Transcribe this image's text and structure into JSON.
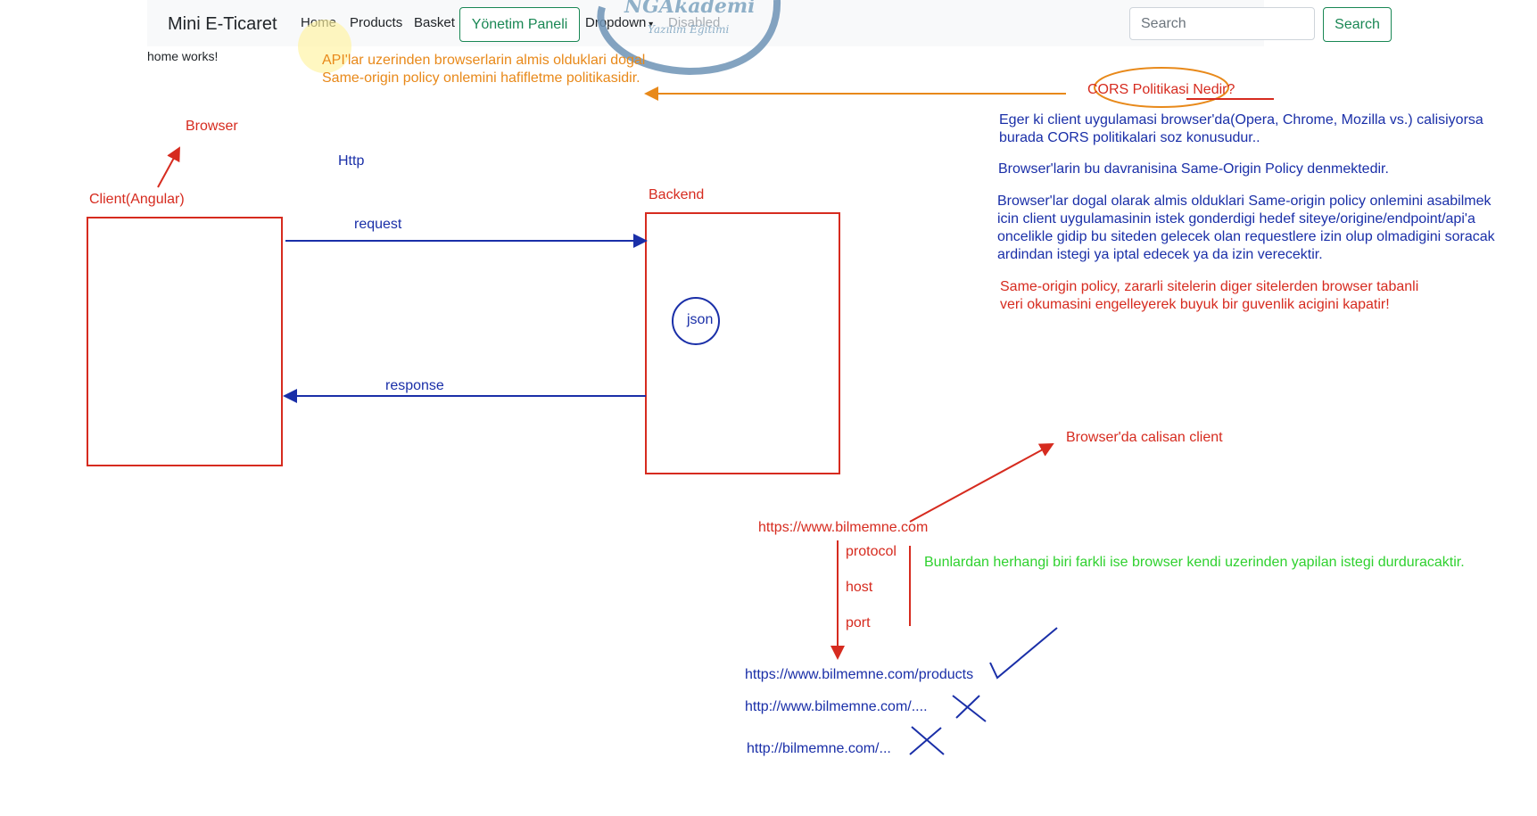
{
  "navbar": {
    "brand": "Mini E-Ticaret",
    "links": [
      "Home",
      "Products",
      "Basket"
    ],
    "admin_button": "Yönetim Paneli",
    "dropdown": "Dropdown",
    "disabled": "Disabled",
    "search_placeholder": "Search",
    "search_button": "Search"
  },
  "logo": {
    "title": "NGAkademi",
    "subtitle": "Yazılım Eğitimi"
  },
  "page": {
    "home_text": "home works!"
  },
  "annotations": {
    "orange_line1": "API'lar uzerinden browserlarin almis olduklari dogal",
    "orange_line2": "Same-origin policy onlemini hafifletme politikasidir.",
    "cors_title": "CORS Politikasi Nedir?",
    "blue_p1_l1": "Eger ki client uygulamasi browser'da(Opera, Chrome, Mozilla vs.) calisiyorsa",
    "blue_p1_l2": "burada CORS politikalari soz konusudur..",
    "blue_p2": "Browser'larin bu davranisina Same-Origin Policy denmektedir.",
    "blue_p3_l1": "Browser'lar dogal olarak almis olduklari Same-origin policy onlemini asabilmek",
    "blue_p3_l2": "icin client uygulamasinin istek gonderdigi hedef siteye/origine/endpoint/api'a",
    "blue_p3_l3": "oncelikle gidip bu siteden gelecek olan requestlere izin olup olmadigini soracak",
    "blue_p3_l4": "ardindan istegi ya iptal edecek ya da izin verecektir.",
    "red_p_l1": "Same-origin policy, zararli sitelerin diger sitelerden browser tabanli",
    "red_p_l2": "veri okumasini engelleyerek buyuk bir guvenlik acigini kapatir!",
    "browser": "Browser",
    "http": "Http",
    "client": "Client(Angular)",
    "backend": "Backend",
    "request": "request",
    "response": "response",
    "json": "json",
    "browserda_client": "Browser'da calisan client",
    "origin_url": "https://www.bilmemne.com",
    "protocol": "protocol",
    "host": "host",
    "port": "port",
    "green_note": "Bunlardan herhangi biri farkli ise browser kendi uzerinden yapilan istegi durduracaktir.",
    "url_ok": "https://www.bilmemne.com/products",
    "url_bad1": "http://www.bilmemne.com/....",
    "url_bad2": "http://bilmemne.com/..."
  },
  "colors": {
    "red": "#d62b1f",
    "blue": "#1a2fa8",
    "orange": "#e8891a",
    "green": "#2fd12f",
    "accent": "#198754"
  }
}
